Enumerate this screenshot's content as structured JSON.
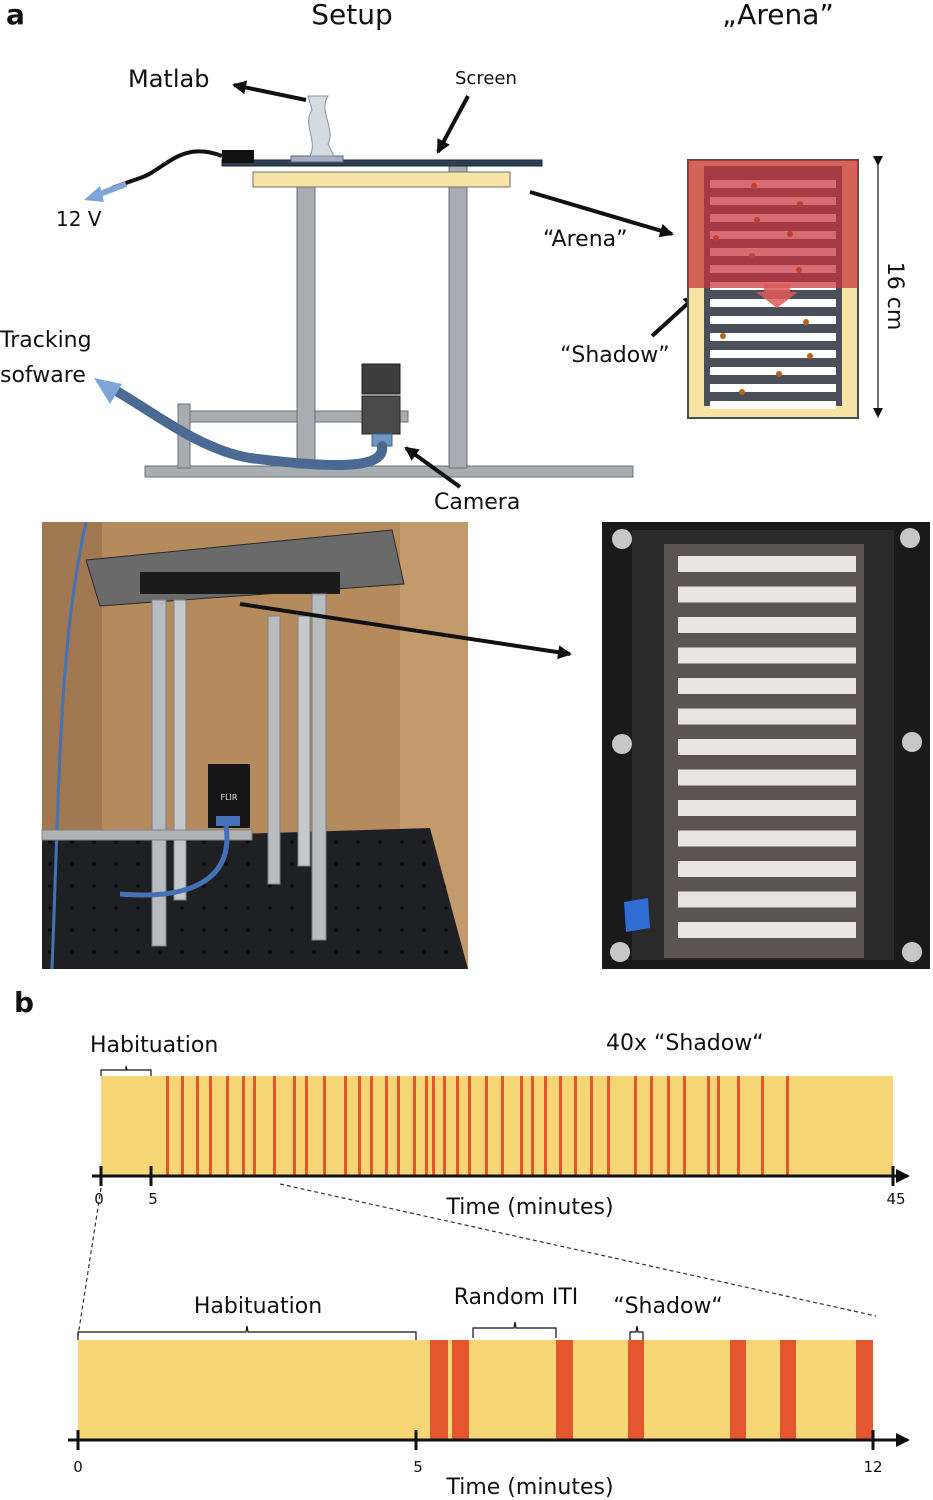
{
  "panel_a": {
    "letter": "a",
    "setup_title": "Setup",
    "arena_title": "„Arena”",
    "labels": {
      "matlab": "Matlab",
      "screen": "Screen",
      "volt": "12 V",
      "tracking_1": "Tracking",
      "tracking_2": "sofware",
      "camera": "Camera",
      "arena": "“Arena”",
      "shadow": "“Shadow”",
      "dimension": "16 cm"
    },
    "camera_brand": "FLIR"
  },
  "panel_b": {
    "letter": "b",
    "top": {
      "habituation": "Habituation",
      "shadow_count": "40x “Shadow“",
      "ticks": [
        "0",
        "5",
        "45"
      ],
      "axis_label": "Time (minutes)"
    },
    "bottom": {
      "habituation": "Habituation",
      "iti": "Random ITI",
      "shadow": "“Shadow“",
      "ticks": [
        "0",
        "5",
        "12"
      ],
      "axis_label": "Time (minutes)"
    }
  },
  "colors": {
    "timeline_fill": "#f6d674",
    "stimulus": "#e4572e",
    "metal": "#a9adb1",
    "table": "#f7e3a3",
    "arena_red": "#c6323c",
    "cable": "#4a6a94"
  }
}
